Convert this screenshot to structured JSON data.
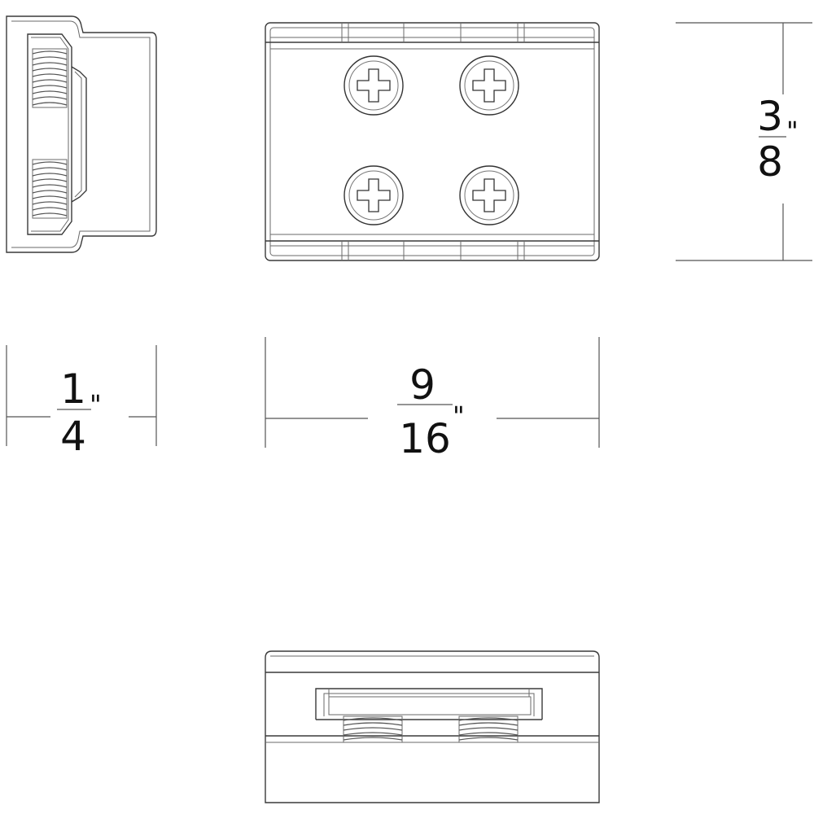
{
  "dimensions": {
    "height": {
      "numerator": "3",
      "denominator": "8",
      "unit": "\""
    },
    "depth": {
      "numerator": "1",
      "denominator": "4",
      "unit": "\""
    },
    "width": {
      "numerator": "9",
      "denominator": "16",
      "unit": "\""
    }
  },
  "colors": {
    "line": "#3a3a3a",
    "text": "#111111",
    "background": "#ffffff"
  },
  "views": [
    "side-view",
    "top-view",
    "front-view"
  ],
  "screw_count": 4
}
